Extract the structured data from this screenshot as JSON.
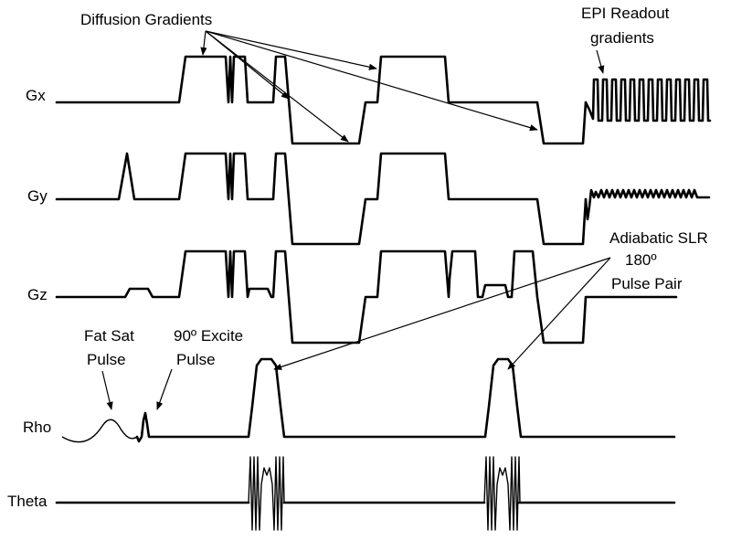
{
  "channels": {
    "gx": "Gx",
    "gy": "Gy",
    "gz": "Gz",
    "rho": "Rho",
    "theta": "Theta"
  },
  "annotations": {
    "diffusion_gradients": "Diffusion Gradients",
    "epi_readout_line1": "EPI Readout",
    "epi_readout_line2": "gradients",
    "adiabatic_line1": "Adiabatic SLR",
    "adiabatic_line2": "180º",
    "adiabatic_line3": "Pulse Pair",
    "fat_sat_line1": "Fat Sat",
    "fat_sat_line2": "Pulse",
    "excite_line1": "90º Excite",
    "excite_line2": "Pulse"
  }
}
